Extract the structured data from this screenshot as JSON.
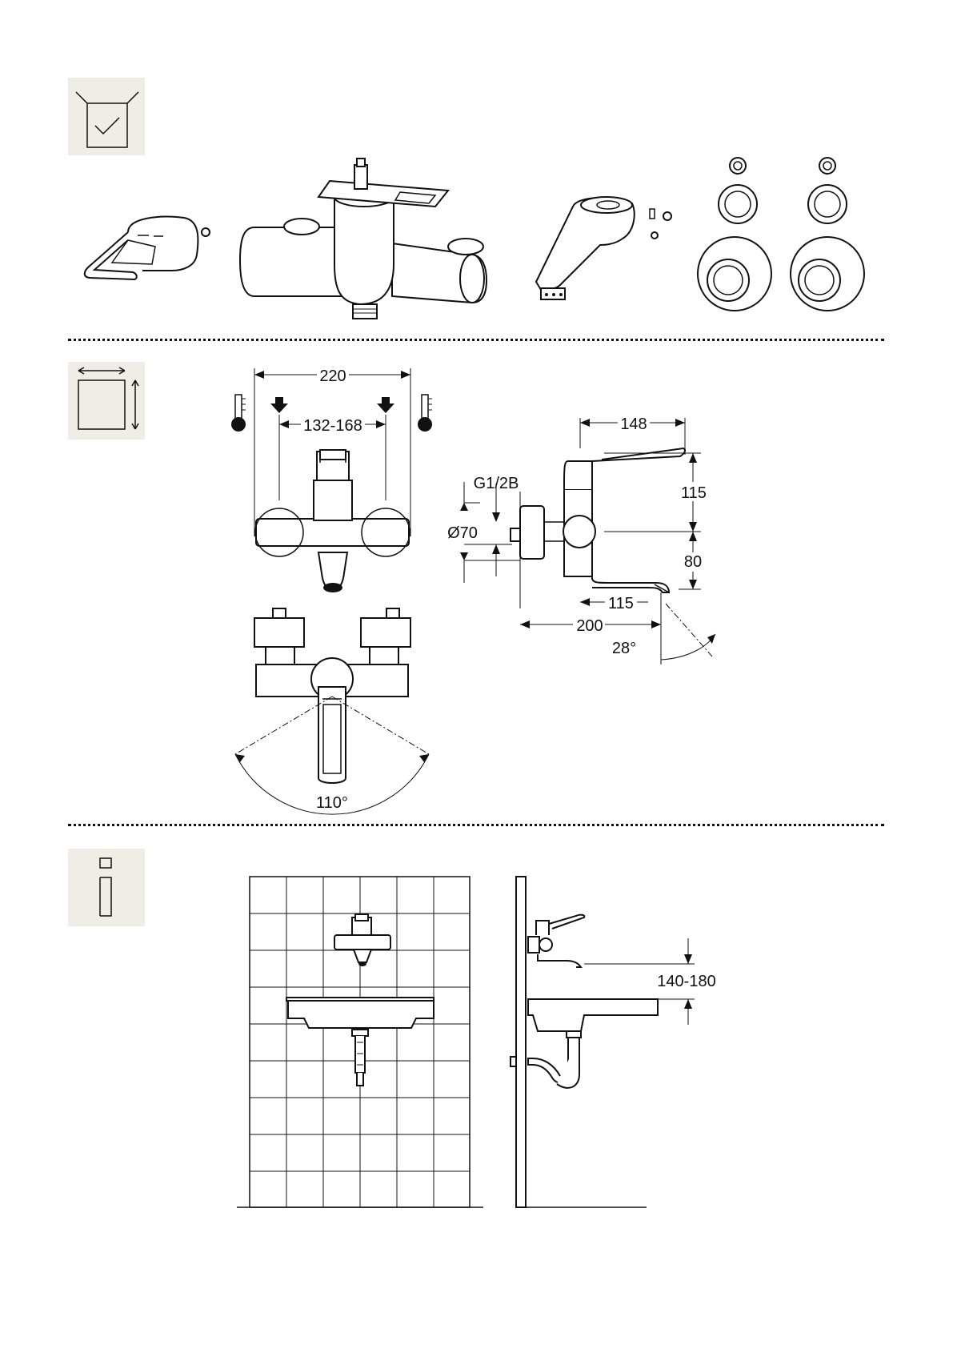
{
  "sections": {
    "contents": {
      "icon": "box-check-icon"
    },
    "dimensions": {
      "icon": "dimensions-square-icon"
    },
    "installation": {
      "icon": "info-i-icon"
    }
  },
  "dimensions": {
    "width_total": "220",
    "inlet_spacing": "132-168",
    "lever_length": "148",
    "thread": "G1/2B",
    "rosette_diameter": "Ø70",
    "height_upper": "115",
    "height_lower": "80",
    "spout_reach": "115",
    "depth_total": "200",
    "spout_angle": "28°",
    "lever_swing": "110°"
  },
  "installation": {
    "mounting_height": "140-180"
  },
  "colors": {
    "icon_background": "#efede6",
    "line": "#111111",
    "hot_marker": "#111111"
  }
}
